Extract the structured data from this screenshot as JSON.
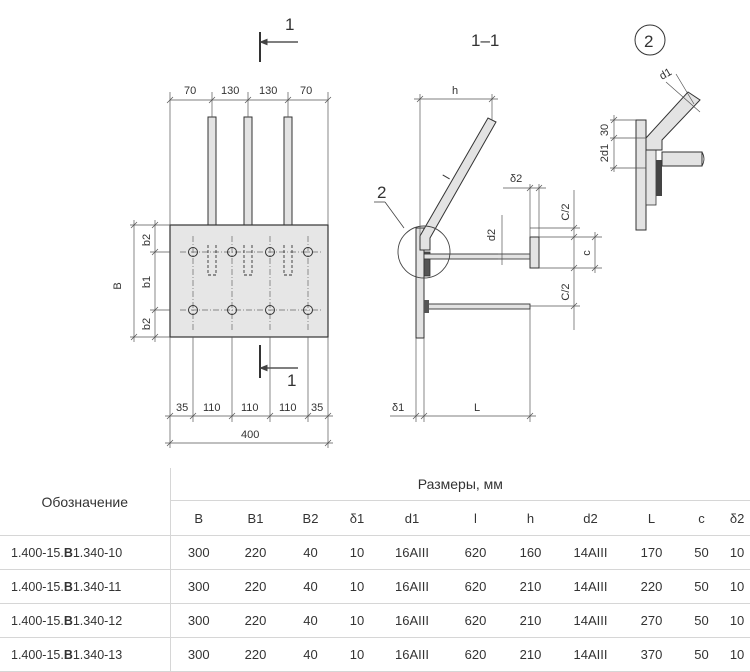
{
  "drawing": {
    "section_label": "1",
    "section_view_title": "1–1",
    "detail_label": "2",
    "front_view": {
      "top_dims": [
        "70",
        "130",
        "130",
        "70"
      ],
      "bottom_dims": [
        "35",
        "110",
        "110",
        "110",
        "35"
      ],
      "overall_width": "400",
      "left_dims": {
        "b2_top": "b2",
        "b1": "b1",
        "b2_bottom": "b2",
        "B": "B"
      }
    },
    "side_view": {
      "h": "h",
      "l": "l",
      "d2": "d2",
      "delta2": "δ2",
      "delta1": "δ1",
      "L": "L",
      "c_half_top": "C/2",
      "c": "c",
      "c_half_bottom": "C/2"
    },
    "detail_view": {
      "d1": "d1",
      "dim_30": "30",
      "dim_2d1": "2d1"
    }
  },
  "table": {
    "designation_header": "Обозначение",
    "group_header": "Размеры, мм",
    "columns": [
      "B",
      "B1",
      "B2",
      "δ1",
      "d1",
      "l",
      "h",
      "d2",
      "L",
      "c",
      "δ2"
    ],
    "rows": [
      {
        "code_prefix": "1.400-15.",
        "code_bold": "В",
        "code_suffix": "1.340-10",
        "values": [
          "300",
          "220",
          "40",
          "10",
          "16AIII",
          "620",
          "160",
          "14AIII",
          "170",
          "50",
          "10"
        ]
      },
      {
        "code_prefix": "1.400-15.",
        "code_bold": "В",
        "code_suffix": "1.340-11",
        "values": [
          "300",
          "220",
          "40",
          "10",
          "16AIII",
          "620",
          "210",
          "14AIII",
          "220",
          "50",
          "10"
        ]
      },
      {
        "code_prefix": "1.400-15.",
        "code_bold": "В",
        "code_suffix": "1.340-12",
        "values": [
          "300",
          "220",
          "40",
          "10",
          "16AIII",
          "620",
          "210",
          "14AIII",
          "270",
          "50",
          "10"
        ]
      },
      {
        "code_prefix": "1.400-15.",
        "code_bold": "В",
        "code_suffix": "1.340-13",
        "values": [
          "300",
          "220",
          "40",
          "10",
          "16AIII",
          "620",
          "210",
          "14AIII",
          "370",
          "50",
          "10"
        ]
      }
    ]
  }
}
